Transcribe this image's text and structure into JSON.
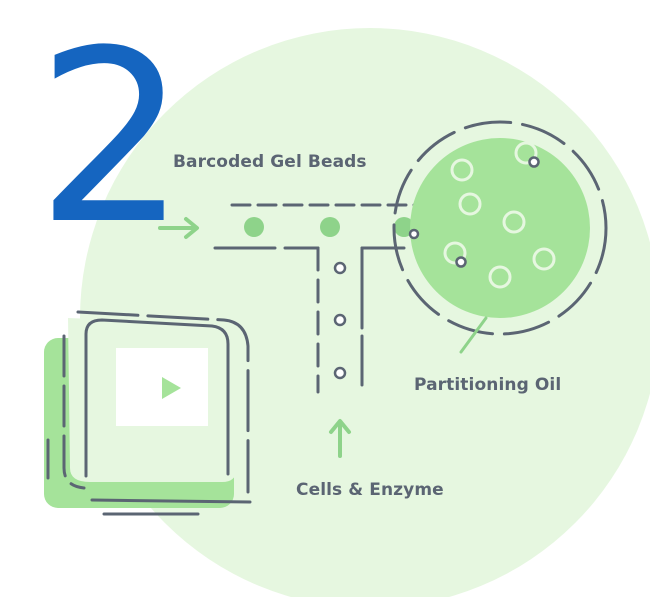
{
  "step": {
    "number": "2"
  },
  "labels": {
    "gel_beads": "Barcoded Gel Beads",
    "oil": "Partitioning Oil",
    "cells": "Cells & Enzyme"
  },
  "icons": [
    "play-icon",
    "arrow-right-icon",
    "arrow-up-icon"
  ],
  "colors": {
    "accent_blue": "#1565c0",
    "light_green": "#e6f7e0",
    "green": "#a5e39a",
    "line_gray": "#5b6573",
    "bead_green": "#8ed38a"
  }
}
